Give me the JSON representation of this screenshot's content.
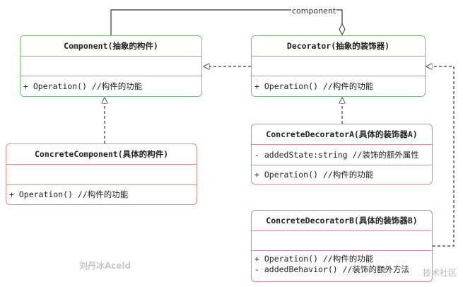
{
  "classes": {
    "component": {
      "title": "Component(抽象的构件)",
      "attributes": "",
      "operations": [
        "+ Operation() //构件的功能"
      ]
    },
    "decorator": {
      "title": "Decorator(抽象的装饰器)",
      "attributes": "",
      "operations": [
        "+ Operation() //构件的功能"
      ]
    },
    "concrete_component": {
      "title": "ConcreteComponent(具体的构件)",
      "attributes": "",
      "operations": [
        "+ Operation() //构件的功能"
      ]
    },
    "concrete_decorator_a": {
      "title": "ConcreteDecoratorA(具体的装饰器A)",
      "attributes": "- addedState:string //装饰的额外属性",
      "operations": [
        "+ Operation() //构件的功能"
      ]
    },
    "concrete_decorator_b": {
      "title": "ConcreteDecoratorB(具体的装饰器B)",
      "attributes": "",
      "operations": [
        "+ Operation() //构件的功能",
        "- addedBehavior() //装饰的额外方法"
      ]
    }
  },
  "relations": {
    "aggregation_label": "component"
  },
  "watermarks": {
    "author": "刘丹冰Aceld",
    "community": "技术社区"
  },
  "colors": {
    "abstract_border": "#7bbf7d",
    "concrete_border": "#d98c8c",
    "connector": "#555555"
  }
}
